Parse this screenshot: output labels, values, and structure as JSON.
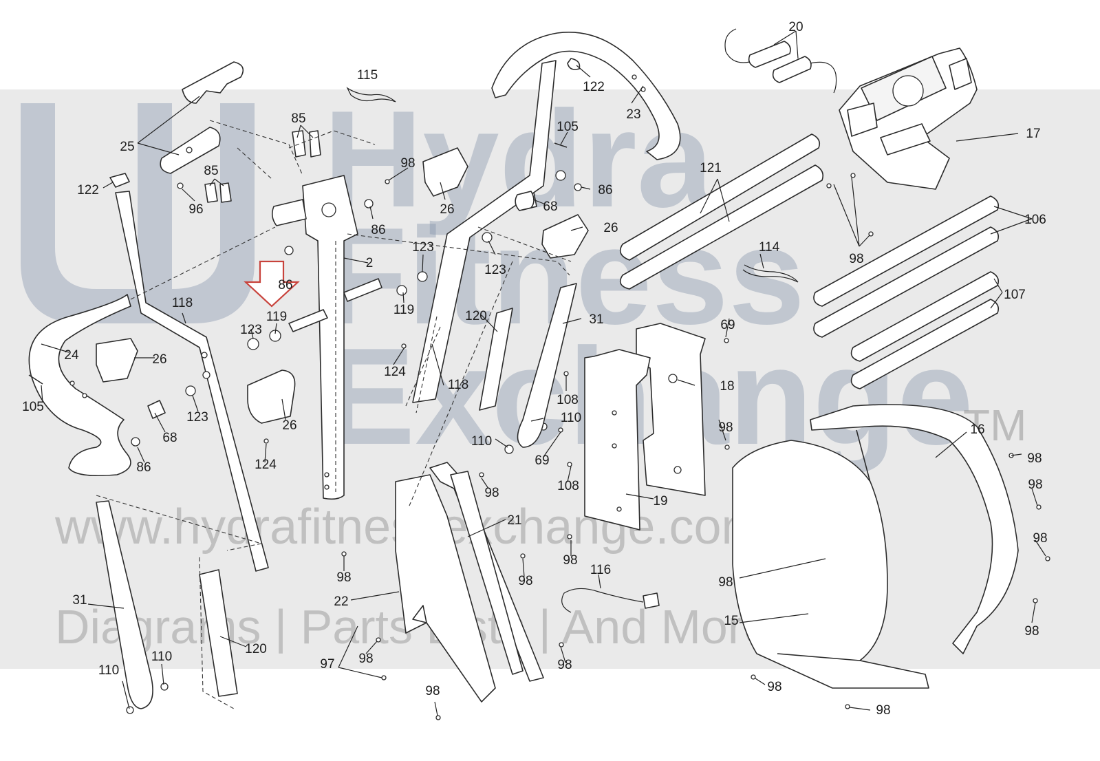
{
  "watermark": {
    "brand_line1": "Hydra",
    "brand_line2": "Fitness",
    "brand_line3": "Exchange",
    "trademark": "TM",
    "url": "www.hydrafitnessexchange.com",
    "tagline": "Diagrams | Parts Lists | And More"
  },
  "part_labels": [
    "20",
    "115",
    "122",
    "23",
    "17",
    "85",
    "105",
    "25",
    "98",
    "85",
    "122",
    "96",
    "86",
    "26",
    "68",
    "121",
    "86",
    "26",
    "106",
    "123",
    "114",
    "123",
    "2",
    "86",
    "119",
    "98",
    "119",
    "118",
    "120",
    "31",
    "107",
    "123",
    "69",
    "24",
    "26",
    "124",
    "118",
    "18",
    "105",
    "108",
    "123",
    "26",
    "110",
    "68",
    "110",
    "98",
    "124",
    "86",
    "69",
    "16",
    "98",
    "108",
    "98",
    "19",
    "98",
    "21",
    "98",
    "108",
    "98",
    "98",
    "98",
    "116",
    "31",
    "22",
    "98",
    "110",
    "120",
    "98",
    "97",
    "98",
    "15",
    "110",
    "98",
    "98",
    "98"
  ],
  "colors": {
    "line": "#2b2b2b",
    "highlight_arrow": "#c8423b",
    "watermark_band": "#d9d9d9"
  }
}
